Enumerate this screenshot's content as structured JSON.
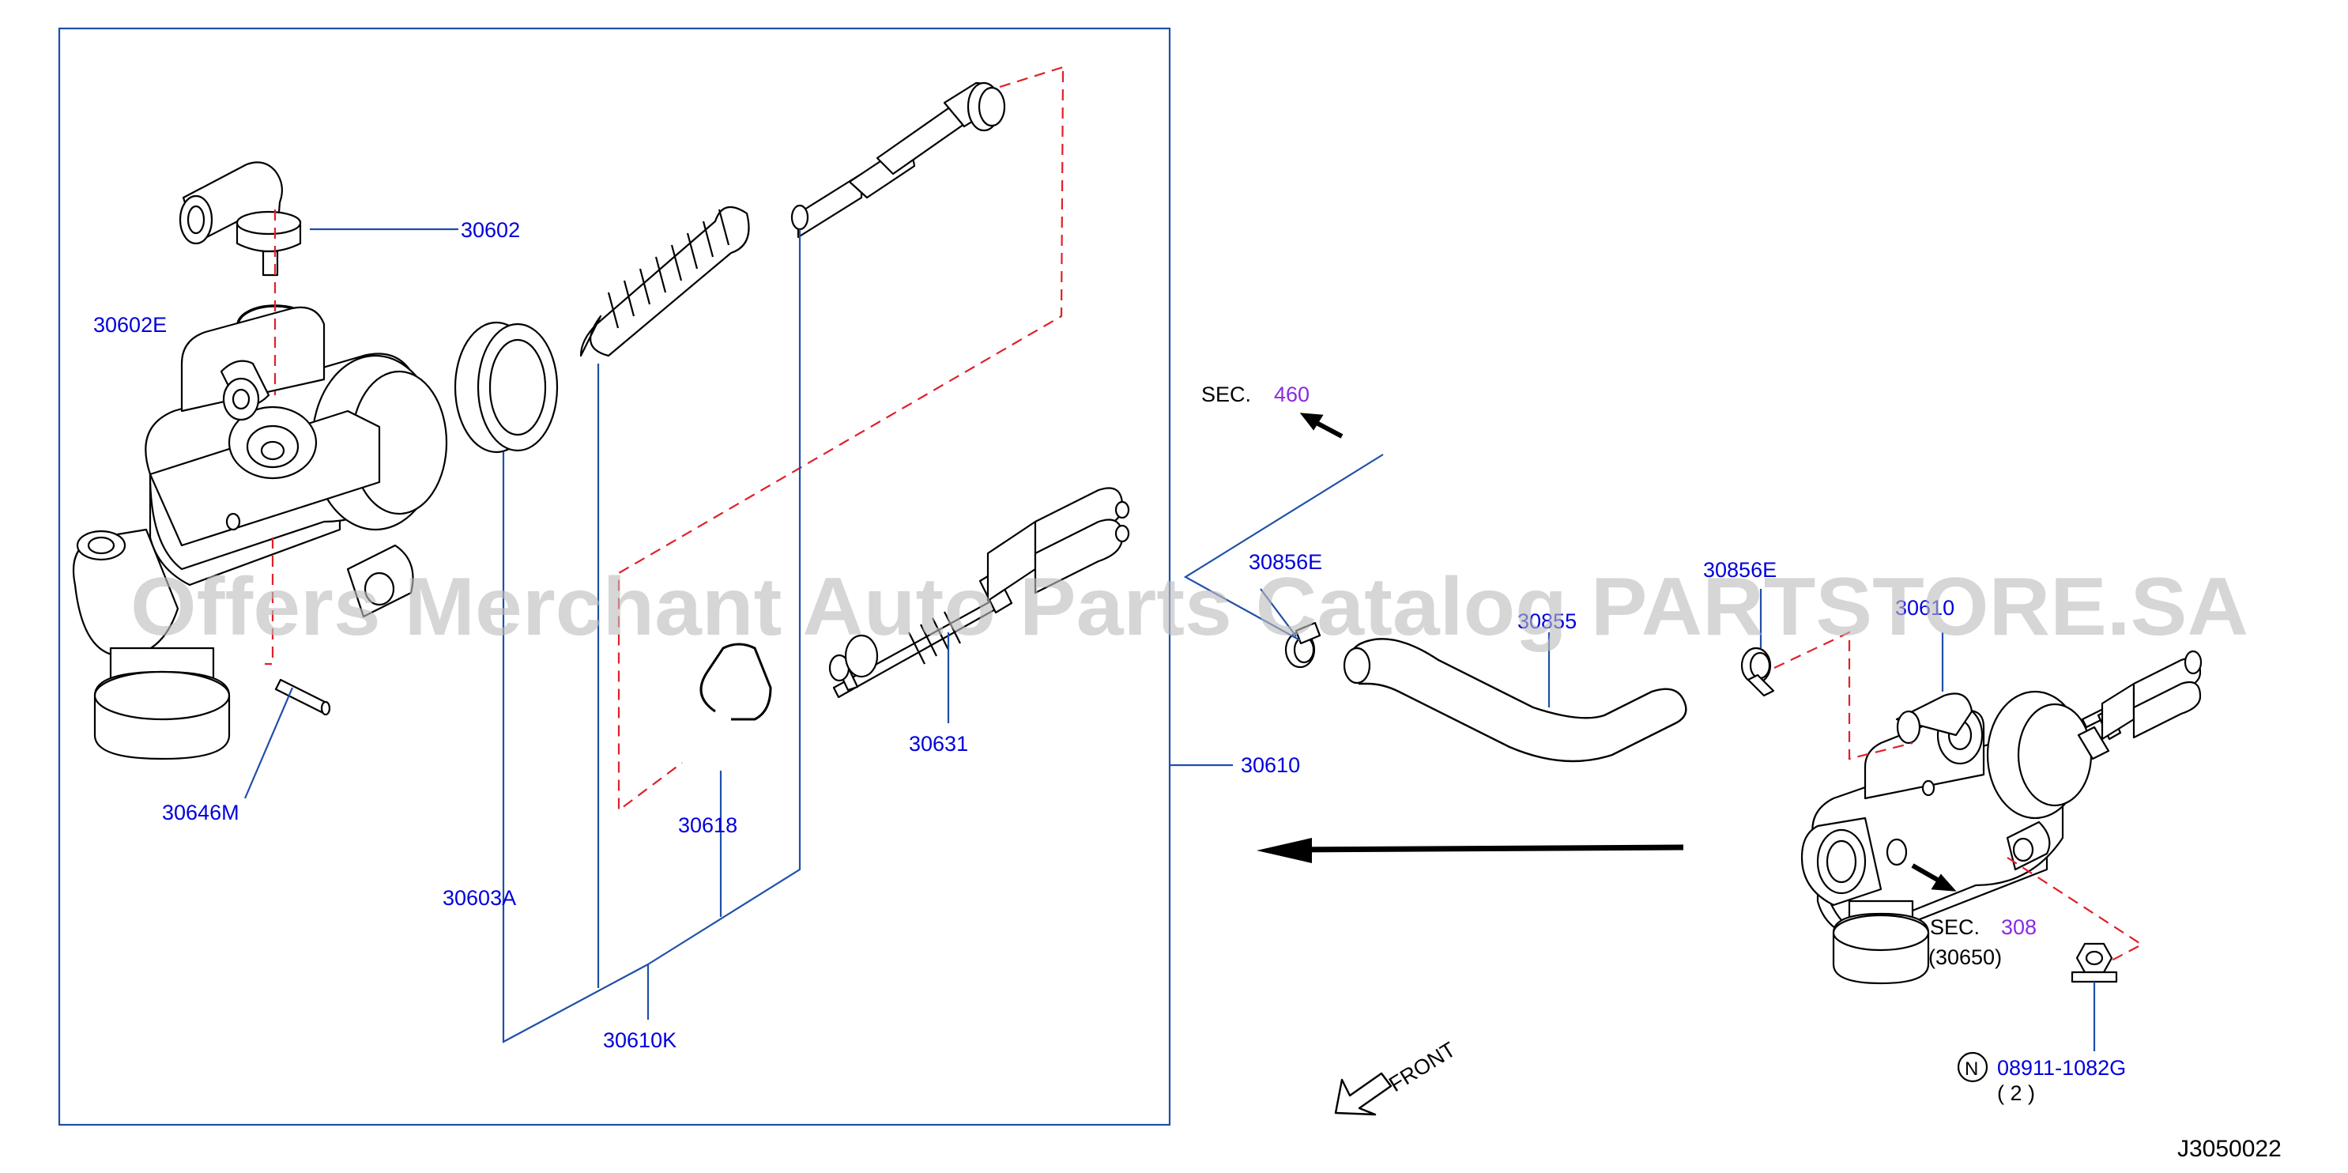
{
  "diagram": {
    "watermark": "Offers Merchant Auto Parts Catalog PARTSTORE.SA",
    "diagram_code": "J3050022",
    "front_label": "FRONT",
    "parts": {
      "p30602": "30602",
      "p30602E": "30602E",
      "p30646M": "30646M",
      "p30603A": "30603A",
      "p30610K": "30610K",
      "p30618": "30618",
      "p30631": "30631",
      "p30610_box": "30610",
      "p30856E_left": "30856E",
      "p30856E_right": "30856E",
      "p30855": "30855",
      "p30610_right": "30610",
      "p08911": "08911-1082G",
      "p08911_qty": "( 2 )",
      "n_symbol": "N"
    },
    "sec_refs": {
      "sec460_label": "SEC.",
      "sec460_num": "460",
      "sec308_label": "SEC.",
      "sec308_num": "308",
      "sec308_sub": "(30650)"
    }
  }
}
